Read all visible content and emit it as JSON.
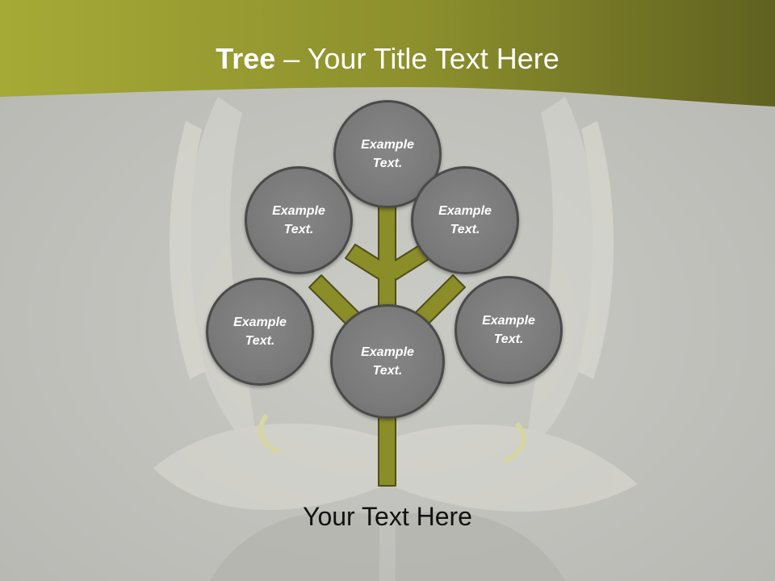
{
  "slide": {
    "title_bold": "Tree",
    "title_rest": " – Your Title Text Here",
    "caption": "Your Text Here"
  },
  "tree": {
    "nodes": [
      {
        "id": "top",
        "label": "Example\nText."
      },
      {
        "id": "upper-left",
        "label": "Example\nText."
      },
      {
        "id": "upper-right",
        "label": "Example\nText."
      },
      {
        "id": "lower-left",
        "label": "Example\nText."
      },
      {
        "id": "center",
        "label": "Example\nText."
      },
      {
        "id": "lower-right",
        "label": "Example\nText."
      }
    ]
  },
  "colors": {
    "header": "#8f962c",
    "branch": "#8a8d28",
    "bubble": "#7a7a7a",
    "background": "#c4c4bf"
  }
}
